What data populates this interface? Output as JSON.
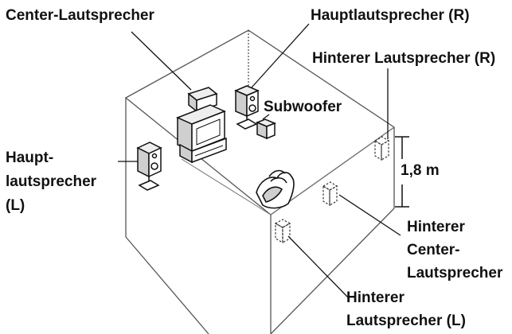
{
  "labels": {
    "center": "Center-Lautsprecher",
    "front_right": "Hauptlautsprecher (R)",
    "rear_right": "Hinterer Lautsprecher (R)",
    "subwoofer": "Subwoofer",
    "front_left_line1": "Haupt-",
    "front_left_line2": "lautsprecher",
    "front_left_line3": "(L)",
    "height": "1,8 m",
    "rear_center_line1": "Hinterer",
    "rear_center_line2": "Center-",
    "rear_center_line3": "Lautsprecher",
    "rear_left_line1": "Hinterer",
    "rear_left_line2": "Lautsprecher (L)"
  },
  "colors": {
    "ink": "#111111",
    "room_edge": "#555555",
    "speaker_fill": "#ffffff",
    "speaker_shade": "#cfcfcf"
  }
}
